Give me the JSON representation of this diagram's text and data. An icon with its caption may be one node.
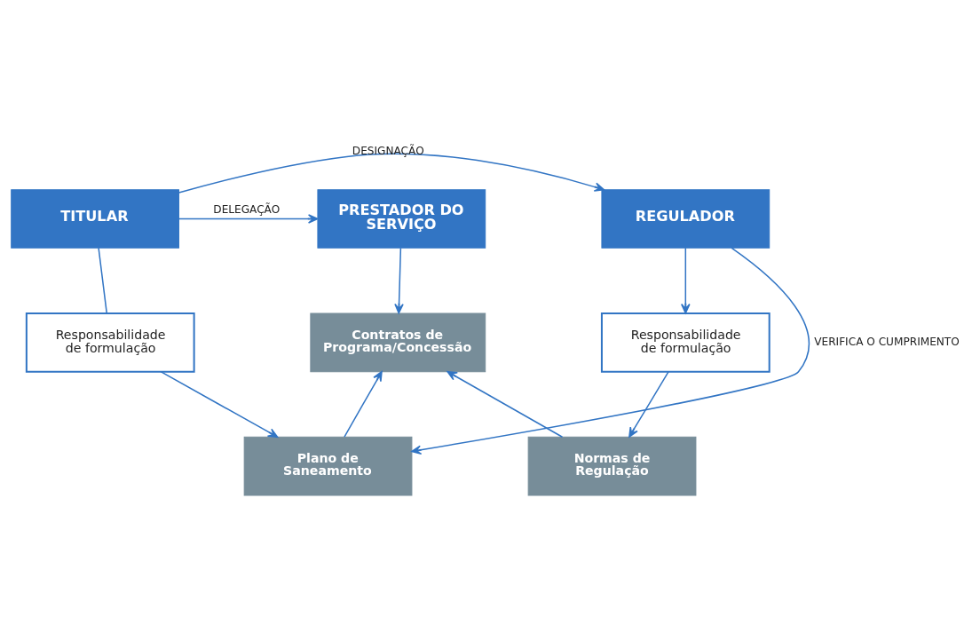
{
  "diagram": {
    "nodes": [
      {
        "text": [
          "TITULAR"
        ]
      },
      {
        "text": [
          "PRESTADOR DO SERVIÇO"
        ]
      },
      {
        "text": [
          "REGULADOR"
        ]
      },
      {
        "text": [
          "Responsabilidade de formulação"
        ]
      },
      {
        "text": [
          "Contratos de Programa/Concessão"
        ]
      },
      {
        "text": [
          "Responsabilidade de formulação"
        ]
      },
      {
        "text": [
          "Plano de Saneamento"
        ]
      },
      {
        "text": [
          "Normas de Regulação"
        ]
      }
    ],
    "edges": [
      {
        "from": 0,
        "to": 2,
        "arrow": "to",
        "label": "DESIGNAÇÃO"
      },
      {
        "from": 0,
        "to": 1,
        "arrow": "to",
        "label": "DELEGAÇÃO"
      },
      {
        "from": 1,
        "to": 4,
        "arrow": "to"
      },
      {
        "from": 2,
        "to": 5,
        "arrow": "to"
      },
      {
        "from": 0,
        "to": 3,
        "arrow": "none"
      },
      {
        "from": 3,
        "to": 6,
        "arrow": "to"
      },
      {
        "from": 6,
        "to": 4,
        "arrow": "to"
      },
      {
        "from": 7,
        "to": 4,
        "arrow": "to"
      },
      {
        "from": 5,
        "to": 7,
        "arrow": "to"
      },
      {
        "from": 2,
        "to": 6,
        "arrow": "to",
        "label": "VERIFICA O CUMPRIMENTO"
      }
    ]
  }
}
